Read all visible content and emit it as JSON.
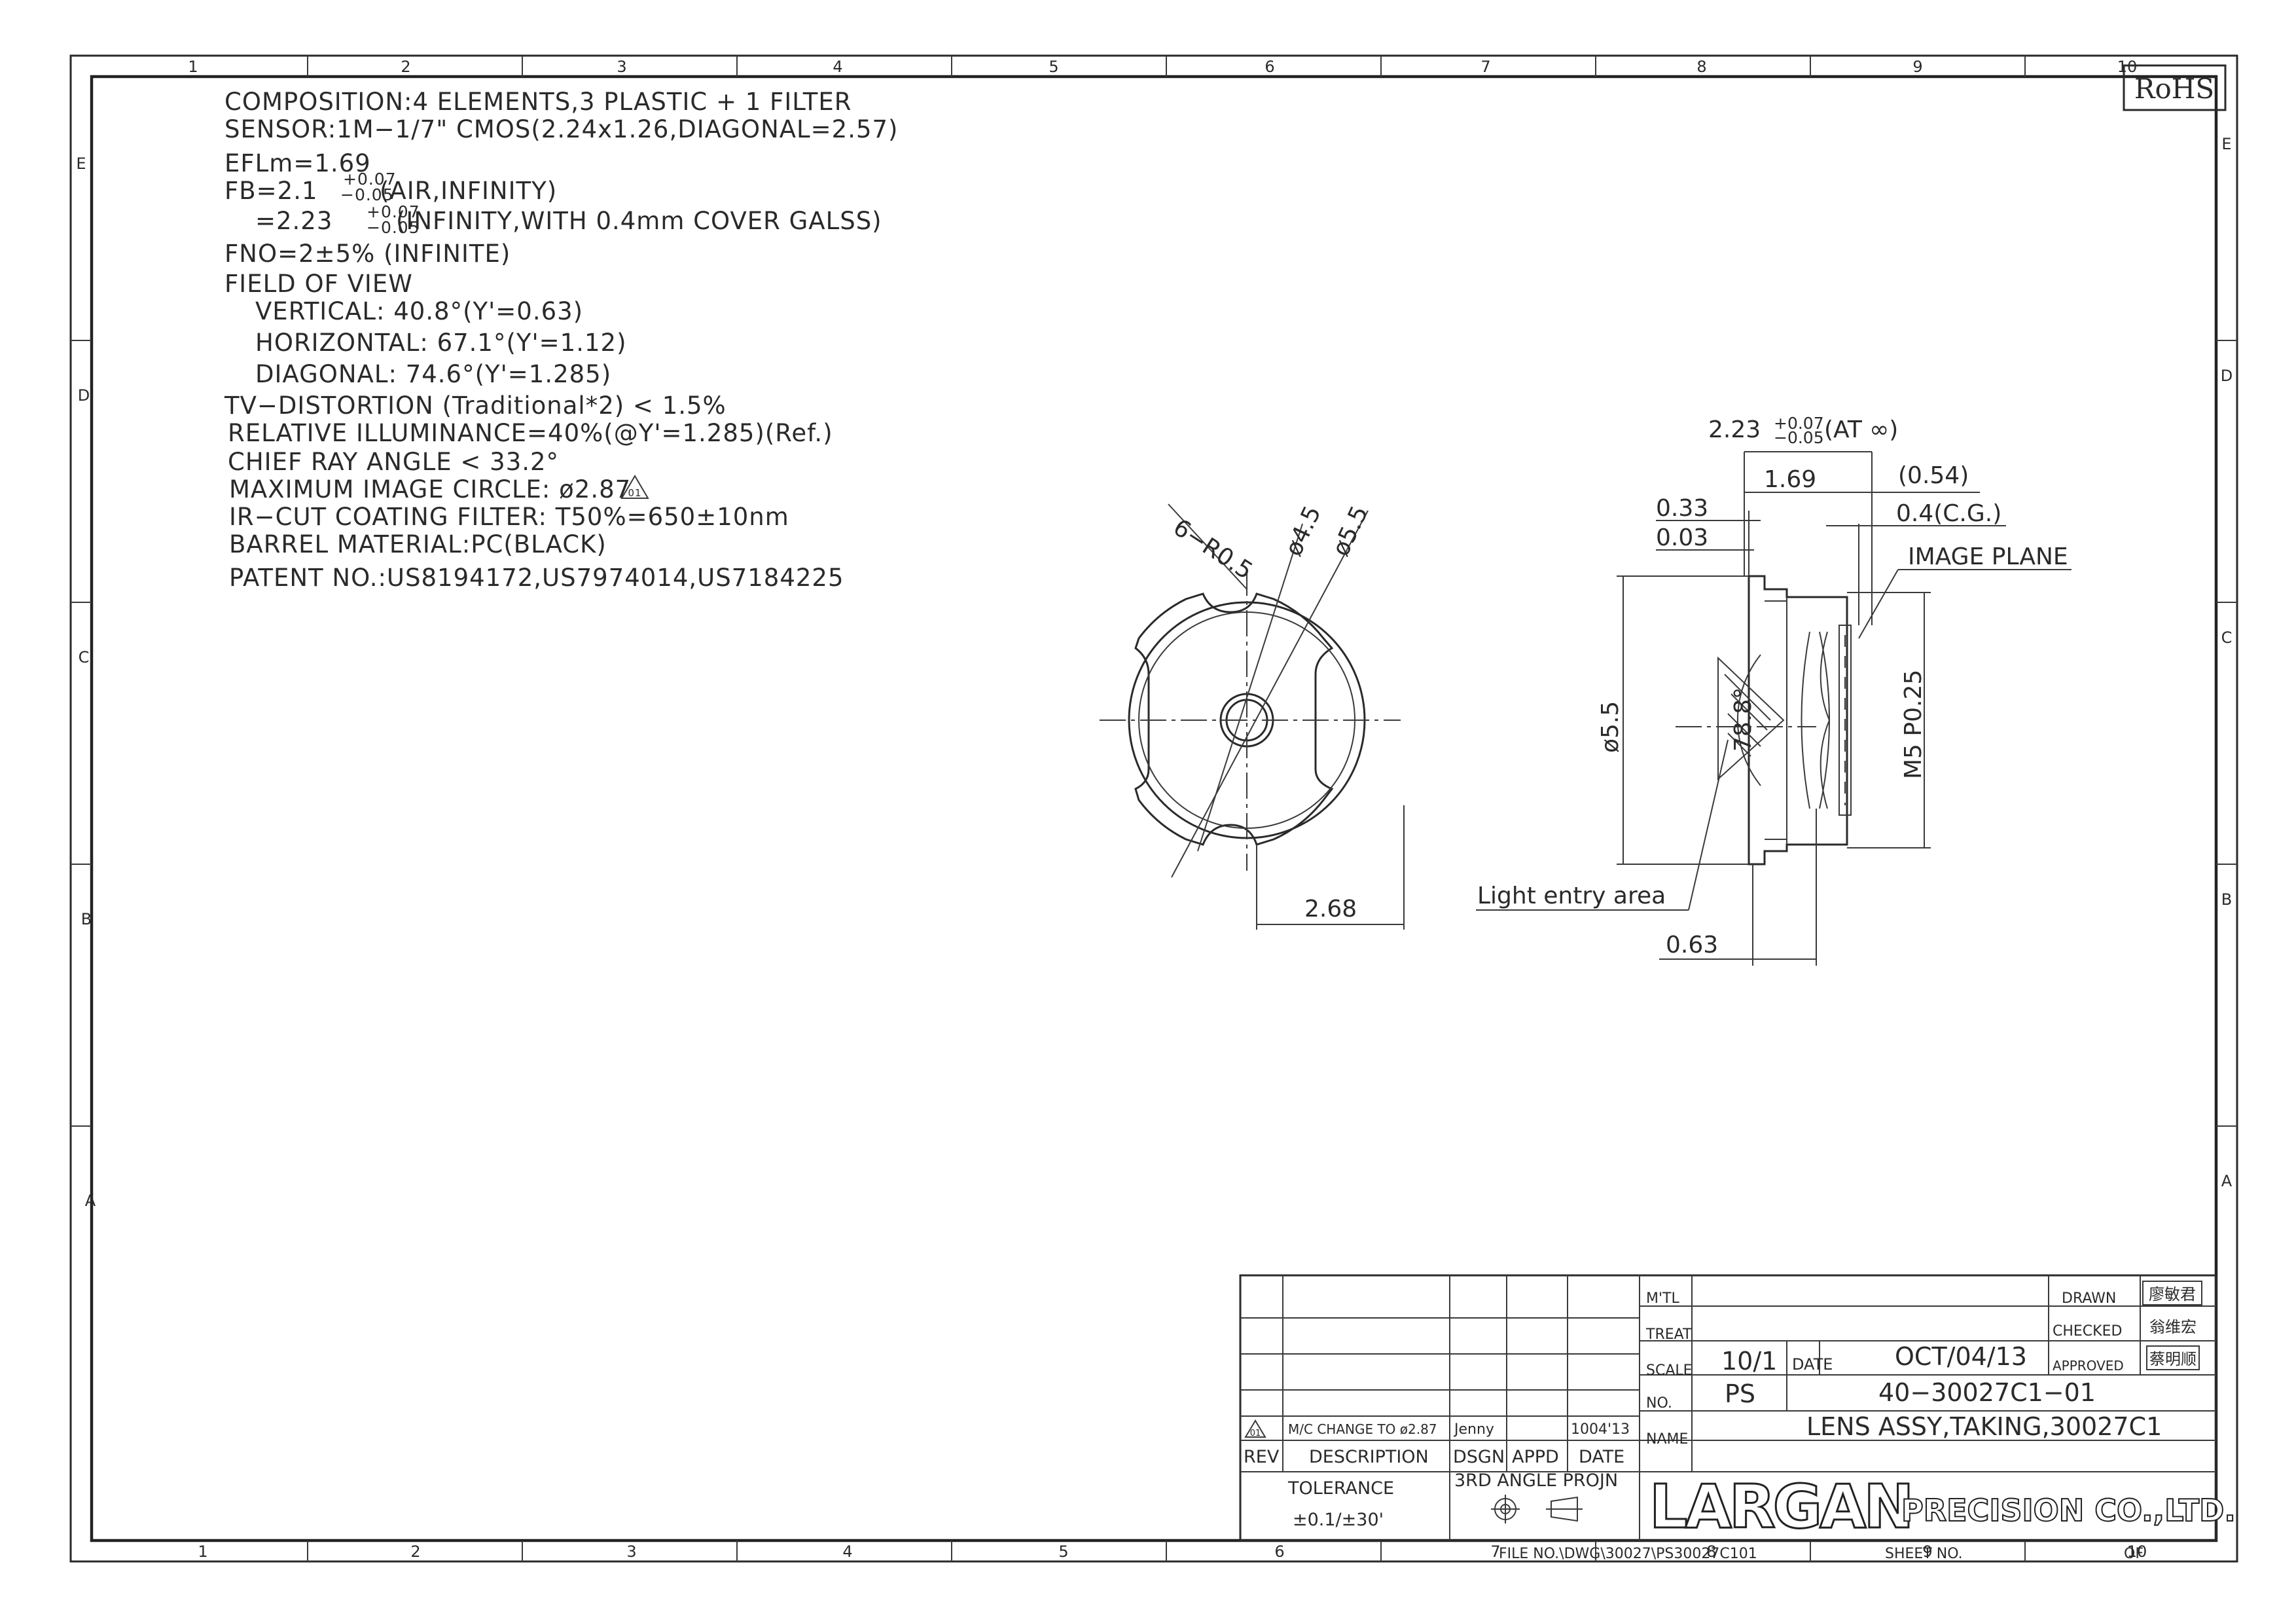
{
  "badge": "RoHS",
  "specs": [
    "COMPOSITION:4 ELEMENTS,3 PLASTIC + 1 FILTER",
    "SENSOR:1M−1/7\" CMOS(2.24x1.26,DIAGONAL=2.57)",
    "EFLm=1.69",
    "FB=2.1",
    "(AIR,INFINITY)",
    "=2.23",
    "(INFINITY,WITH 0.4mm COVER GALSS)",
    "FNO=2±5% (INFINITE)",
    "FIELD OF VIEW",
    "VERTICAL: 40.8°(Y'=0.63)",
    "HORIZONTAL: 67.1°(Y'=1.12)",
    "DIAGONAL: 74.6°(Y'=1.285)",
    "TV−DISTORTION (Traditional*2) < 1.5%",
    "RELATIVE ILLUMINANCE=40%(@Y'=1.285)(Ref.)",
    "CHIEF RAY ANGLE < 33.2°",
    "MAXIMUM IMAGE CIRCLE: ø2.87",
    "IR−CUT COATING FILTER: T50%=650±10nm",
    "BARREL MATERIAL:PC(BLACK)",
    "PATENT NO.:US8194172,US7974014,US7184225"
  ],
  "tolerances": {
    "plus": "+0.07",
    "minus": "−0.05",
    "rev_mark": "01"
  },
  "front_view": {
    "dim_notch": "6−R0.5",
    "dim_inner": "ø4.5",
    "dim_outer": "ø5.5",
    "dim_width": "2.68"
  },
  "side_view": {
    "dim_fb": "2.23",
    "dim_fb_note": "(AT ∞)",
    "dim_efl": "1.69",
    "dim_054": "(0.54)",
    "dim_cg": "0.4(C.G.)",
    "dim_033": "0.33",
    "dim_003": "0.03",
    "image_plane": "IMAGE PLANE",
    "dim_dia": "ø5.5",
    "dim_angle": "78.8°",
    "dim_thread": "M5 P0.25",
    "light_entry": "Light entry area",
    "dim_063": "0.63"
  },
  "zones": {
    "columns": [
      "1",
      "2",
      "3",
      "4",
      "5",
      "6",
      "7",
      "8",
      "9",
      "10"
    ],
    "rows": [
      "E",
      "D",
      "C",
      "B",
      "A"
    ]
  },
  "title_block": {
    "revision": {
      "rev": "01",
      "description": "M/C CHANGE TO ø2.87",
      "designer": "Jenny",
      "date": "1004'13"
    },
    "headers": {
      "rev": "REV",
      "description": "DESCRIPTION",
      "dsgn": "DSGN",
      "appd": "APPD",
      "date": "DATE"
    },
    "tolerance_label": "TOLERANCE",
    "tolerance_value": "±0.1/±30'",
    "projection": "3RD ANGLE PROJN",
    "labels": {
      "mtl": "M'TL",
      "treat": "TREAT",
      "scale": "SCALE",
      "date": "DATE",
      "no": "NO.",
      "name": "NAME",
      "drawn": "DRAWN",
      "checked": "CHECKED",
      "approved": "APPROVED"
    },
    "scale": "10/1",
    "date": "OCT/04/13",
    "prefix": "PS",
    "number": "40−30027C1−01",
    "name": "LENS ASSY,TAKING,30027C1",
    "signatures": {
      "drawn": "廖敏君",
      "checked": "翁维宏",
      "approved": "蔡明顺"
    },
    "company_logo": "LARGAN",
    "company_suffix": "PRECISION CO.,LTD.",
    "file_line": "FILE NO.\\DWG\\30027\\PS30027C101",
    "sheet_no": "SHEET NO.",
    "of": "OF"
  }
}
